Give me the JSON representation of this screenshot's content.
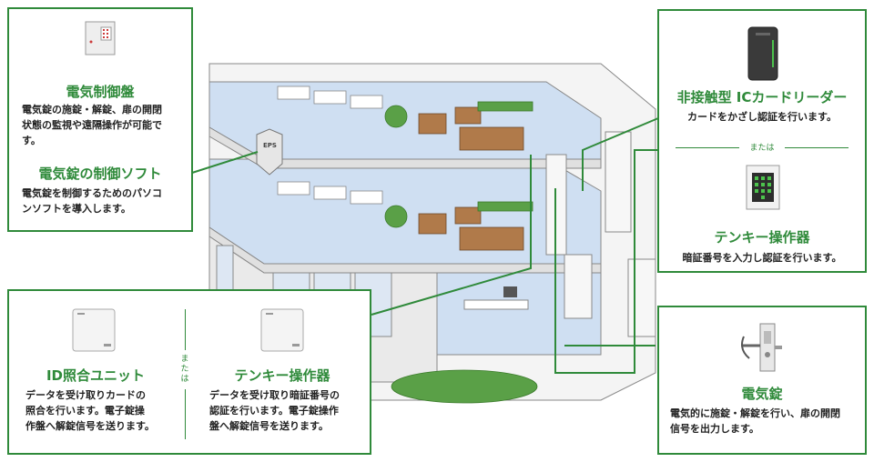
{
  "boxes": {
    "control_panel": {
      "title": "電気制御盤",
      "desc_lines": [
        "電気錠の施錠・解錠、扉の開閉",
        "状態の監視や遠隔操作が可能で",
        "す。"
      ]
    },
    "control_software": {
      "title": "電気錠の制御ソフト",
      "desc_lines": [
        "電気錠を制御するためのパソコ",
        "ンソフトを導入します。"
      ]
    },
    "ic_reader": {
      "title": "非接触型 ICカードリーダー",
      "desc": "カードをかざし認証を行います。"
    },
    "or_right": "または",
    "tenkey_right": {
      "title": "テンキー操作器",
      "desc": "暗証番号を入力し認証を行います。"
    },
    "id_unit": {
      "title": "ID照合ユニット",
      "desc_lines": [
        "データを受け取りカードの",
        "照合を行います。電子錠操",
        "作盤へ解錠信号を送ります。"
      ]
    },
    "or_vertical": "または",
    "tenkey_bottom": {
      "title": "テンキー操作器",
      "desc_lines": [
        "データを受け取り暗証番号の",
        "認証を行います。電子錠操作",
        "盤へ解錠信号を送ります。"
      ]
    },
    "electric_lock": {
      "title": "電気錠",
      "desc_lines": [
        "電気的に施錠・解錠を行い、扉の開閉",
        "信号を出力します。"
      ]
    }
  },
  "building": {
    "eps_label": "EPS"
  },
  "colors": {
    "accent": "#2f8a3a",
    "floor": "#cfdff2",
    "wall": "#f2f2f2",
    "outline": "#7a7a7a"
  },
  "icons": [
    "control-panel-icon",
    "ic-card-reader-icon",
    "tenkey-pad-icon",
    "id-unit-icon",
    "tenkey-unit-icon",
    "electric-lock-icon"
  ]
}
